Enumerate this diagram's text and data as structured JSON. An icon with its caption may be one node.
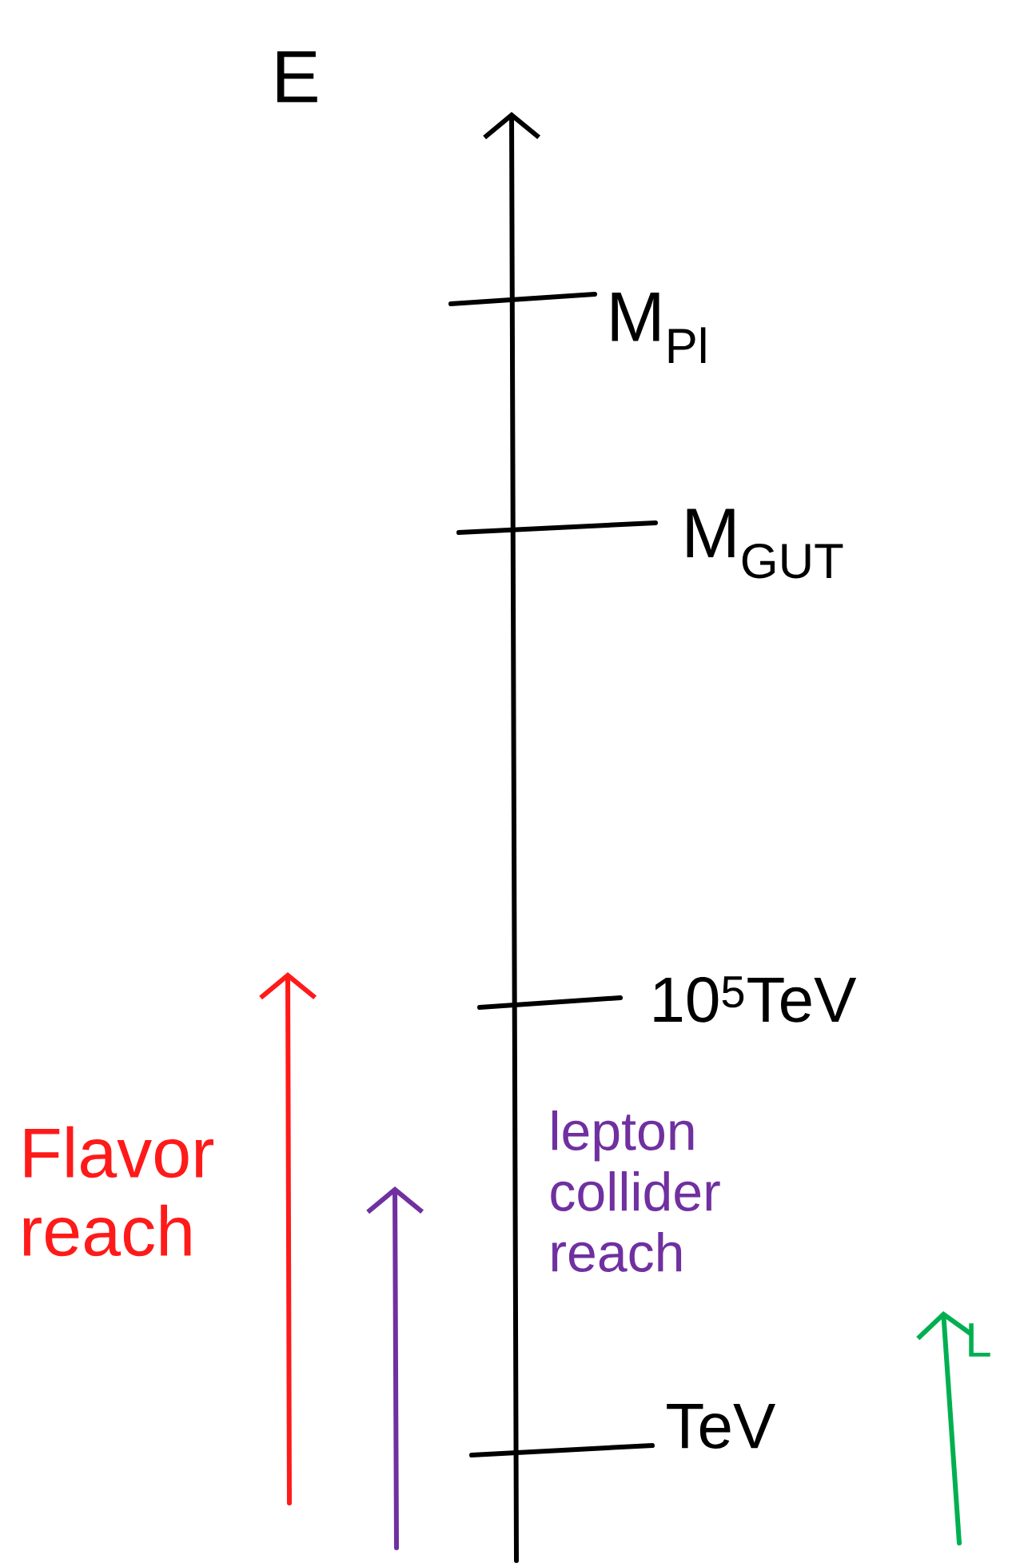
{
  "diagram": {
    "labels": [
      "E",
      "M$_{Pl}$",
      "M$_{GUT}$",
      "10$^{5}$TeV",
      "Flavor reach",
      "lepton collider reach",
      "TeV",
      "L"
    ]
  }
}
